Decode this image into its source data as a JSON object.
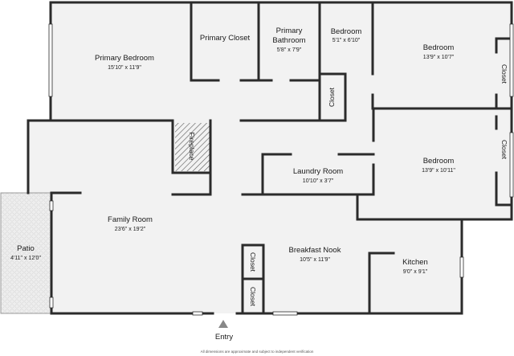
{
  "rooms": {
    "primary_bedroom": {
      "name": "Primary Bedroom",
      "dim": "15'10\" x 11'9\""
    },
    "primary_closet": {
      "name": "Primary Closet"
    },
    "primary_bathroom": {
      "name_line1": "Primary",
      "name_line2": "Bathroom",
      "dim": "5'8\" x 7'9\""
    },
    "bedroom_small": {
      "name": "Bedroom",
      "dim": "5'1\" x 6'10\""
    },
    "bedroom_top_right": {
      "name": "Bedroom",
      "dim": "13'9\" x 10'7\""
    },
    "bedroom_right": {
      "name": "Bedroom",
      "dim": "13'9\" x 10'11\""
    },
    "laundry": {
      "name": "Laundry Room",
      "dim": "10'10\" x 3'7\""
    },
    "family_room": {
      "name": "Family Room",
      "dim": "23'6\" x 19'2\""
    },
    "patio": {
      "name": "Patio",
      "dim": "4'11\" x 12'0\""
    },
    "breakfast_nook": {
      "name": "Breakfast Nook",
      "dim": "10'5\" x 11'9\""
    },
    "kitchen": {
      "name": "Kitchen",
      "dim": "9'0\" x 9'1\""
    }
  },
  "labels": {
    "fireplace": "Fireplace",
    "closet": "Closet",
    "entry": "Entry",
    "disclaimer": "All dimensions are approximate and subject to independent verification"
  },
  "colors": {
    "wall": "#2b2b2b",
    "floor": "#f2f2f2",
    "patio": "#e8e8e8"
  }
}
